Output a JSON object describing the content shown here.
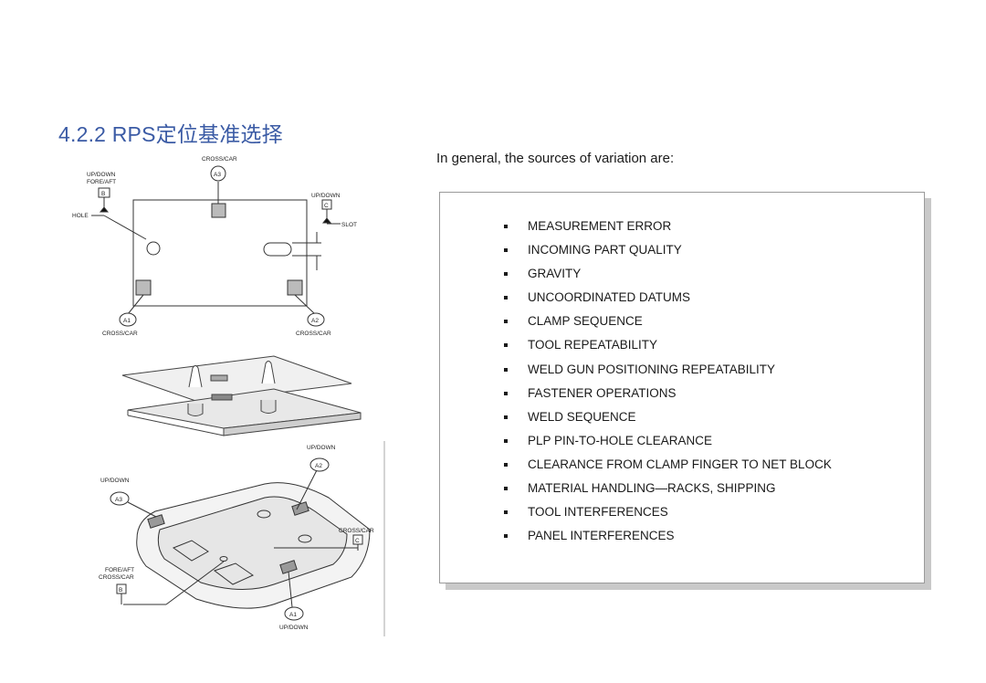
{
  "title": "4.2.2 RPS定位基准选择",
  "intro": "In general, the sources of variation are:",
  "variation_sources": [
    "MEASUREMENT ERROR",
    "INCOMING PART QUALITY",
    "GRAVITY",
    "UNCOORDINATED DATUMS",
    "CLAMP SEQUENCE",
    "TOOL REPEATABILITY",
    "WELD GUN POSITIONING REPEATABILITY",
    "FASTENER OPERATIONS",
    "WELD SEQUENCE",
    "PLP PIN-TO-HOLE CLEARANCE",
    "CLEARANCE FROM CLAMP FINGER TO NET BLOCK",
    "MATERIAL HANDLING—RACKS, SHIPPING",
    "TOOL INTERFERENCES",
    "PANEL INTERFERENCES"
  ],
  "figure1": {
    "labels": {
      "updown_foreaft_line1": "UP/DOWN",
      "updown_foreaft_line2": "FORE/AFT",
      "b": "B",
      "hole": "HOLE",
      "crosscar_top": "CROSS/CAR",
      "a3": "A3",
      "updown_right": "UP/DOWN",
      "c": "C",
      "slot": "SLOT",
      "a1": "A1",
      "a2": "A2",
      "crosscar_a1": "CROSS/CAR",
      "crosscar_a2": "CROSS/CAR"
    }
  },
  "figure3": {
    "labels": {
      "updown_a2": "UP/DOWN",
      "a2": "A2",
      "updown_a3": "UP/DOWN",
      "a3": "A3",
      "crosscar_c": "CROSS/CAR",
      "c": "C",
      "foreaft": "FORE/AFT",
      "crosscar_b": "CROSS/CAR",
      "b": "B",
      "a1": "A1",
      "updown_a1": "UP/DOWN"
    }
  }
}
